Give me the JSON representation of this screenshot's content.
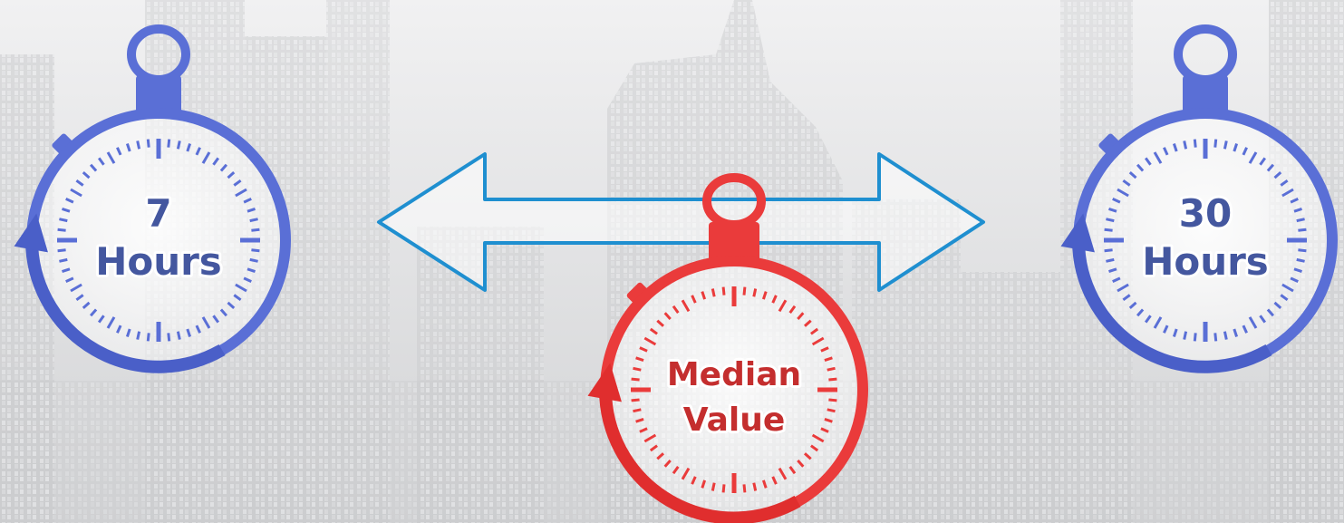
{
  "stopwatches": [
    {
      "line1": "7",
      "line2": "Hours",
      "color": "#5a6fd6",
      "text_color": "#44579f"
    },
    {
      "line1": "Median",
      "line2": "Value",
      "color": "#ea3b3b",
      "text_color": "#c42e2e"
    },
    {
      "line1": "30",
      "line2": "Hours",
      "color": "#5a6fd6",
      "text_color": "#44579f"
    }
  ],
  "arrow": {
    "type": "double-headed",
    "color": "#1f8fd0"
  },
  "background": {
    "description_tone": "faded-grey"
  }
}
